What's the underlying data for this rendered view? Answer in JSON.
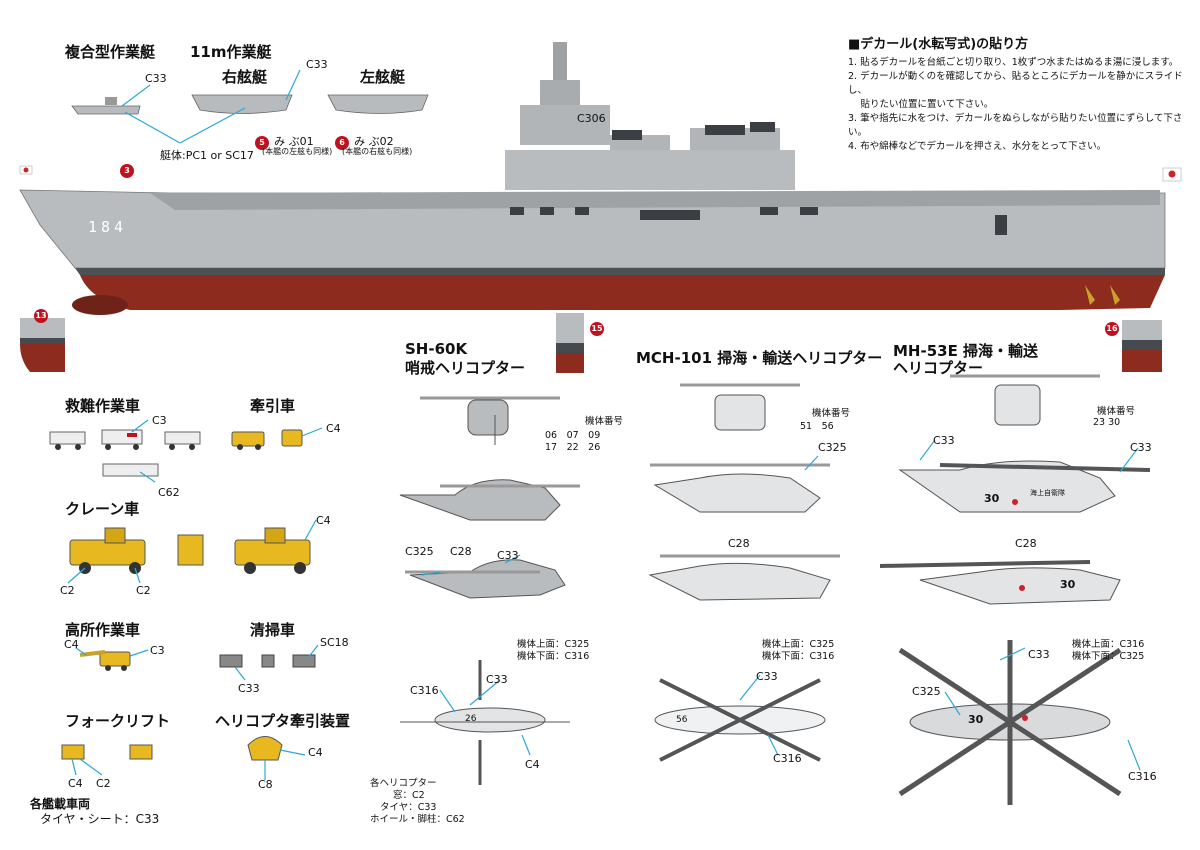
{
  "boats": {
    "title_composite": "複合型作業艇",
    "title_11m": "11m作業艇",
    "right": "右舷艇",
    "left": "左舷艇",
    "hull_note": "艇体:PC1 or SC17",
    "c33a": "C33",
    "c33b": "C33",
    "mark_right": "み ぶ01",
    "mark_left": "み ぶ02",
    "note_right": "(本艦の左舷も同様)",
    "note_left": "(本艦の右舷も同様)",
    "num_right": "5",
    "num_left": "6"
  },
  "ship": {
    "hull_number": "184",
    "c306": "C306",
    "callout_3": "3",
    "callout_13": "13",
    "callout_15": "15",
    "callout_16": "16",
    "colors": {
      "gray": "#b9bcbf",
      "deck": "#9ea2a5",
      "red": "#8d2c1e",
      "dark": "#454a4f"
    }
  },
  "instructions": {
    "title": "■デカール(水転写式)の貼り方",
    "steps": [
      "1. 貼るデカールを台紙ごと切り取り、1枚ずつ水またはぬるま湯に浸します。",
      "2. デカールが動くのを確認してから、貼るところにデカールを静かにスライドし、",
      "　 貼りたい位置に置いて下さい。",
      "3. 筆や指先に水をつけ、デカールをぬらしながら貼りたい位置にずらして下さい。",
      "4. 布や綿棒などでデカールを押さえ、水分をとって下さい。"
    ]
  },
  "vehicles": {
    "rescue": "救難作業車",
    "tow": "牽引車",
    "crane": "クレーン車",
    "aerial": "高所作業車",
    "sweeper": "清掃車",
    "forklift": "フォークリフト",
    "heli_tow": "ヘリコプタ牽引装置",
    "all_title": "各艦載車両",
    "all_tire": "タイヤ・シート：C33",
    "c3": "C3",
    "c4": "C4",
    "c62": "C62",
    "c2": "C2",
    "sc18": "SC18",
    "c33": "C33",
    "c8": "C8"
  },
  "sh60k": {
    "title1": "SH-60K",
    "title2": "哨戒ヘリコプター",
    "num_label": "機体番号",
    "numbers_row1": "06　07　09",
    "numbers_row2": "17　22　26",
    "c325": "C325",
    "c28": "C28",
    "c33": "C33",
    "c316": "C316",
    "c4": "C4",
    "upper": "機体上面：C325",
    "lower": "機体下面：C316",
    "side_num": "26",
    "all_title": "各ヘリコプター",
    "window": "窓：C2",
    "tire": "タイヤ：C33",
    "wheel": "ホイール・脚柱：C62"
  },
  "mch101": {
    "title": "MCH-101 掃海・輸送ヘリコプター",
    "num_label": "機体番号",
    "numbers": "51　56",
    "c325": "C325",
    "c28": "C28",
    "c33": "C33",
    "c316": "C316",
    "upper": "機体上面：C325",
    "lower": "機体下面：C316",
    "side_num": "56"
  },
  "mh53e": {
    "title1": "MH-53E 掃海・輸送",
    "title2": "ヘリコプター",
    "num_label": "機体番号",
    "numbers": "23 30",
    "c33": "C33",
    "c28": "C28",
    "c325": "C325",
    "c316": "C316",
    "upper": "機体上面：C316",
    "lower": "機体下面：C325",
    "side_num": "30",
    "jmsdf": "海上自衛隊"
  }
}
